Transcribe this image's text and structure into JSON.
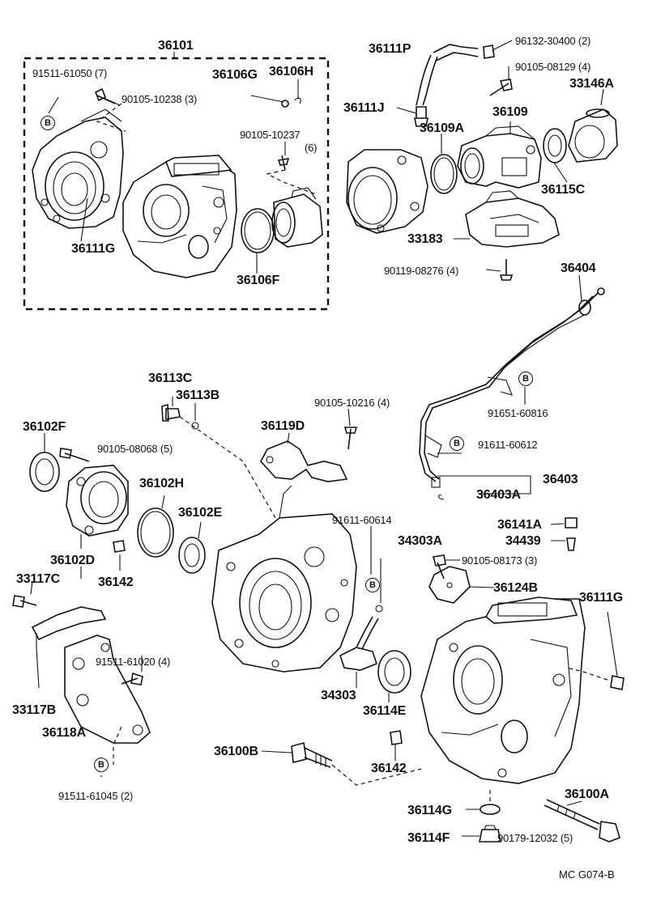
{
  "labels": {
    "p36101": "36101",
    "p91511_61050": "91511-61050 (7)",
    "p90105_10238": "90105-10238 (3)",
    "p36106G": "36106G",
    "p36106H": "36106H",
    "p90105_10237": "90105-10237",
    "p90105_10237_qty": "(6)",
    "p36111G_top": "36111G",
    "p36106F": "36106F",
    "p36111P": "36111P",
    "p96132_30400": "96132-30400 (2)",
    "p90105_08129": "90105-08129 (4)",
    "p33146A": "33146A",
    "p36111J": "36111J",
    "p36109A": "36109A",
    "p36109": "36109",
    "p36115C": "36115C",
    "p33183": "33183",
    "p90119_08276": "90119-08276 (4)",
    "p36404": "36404",
    "p36113C": "36113C",
    "p36113B": "36113B",
    "p90105_10216": "90105-10216 (4)",
    "p36119D": "36119D",
    "p91651_60816": "91651-60816",
    "p91611_60612": "91611-60612",
    "p36403": "36403",
    "p36403A": "36403A",
    "p36102F": "36102F",
    "p90105_08068": "90105-08068 (5)",
    "p36102H": "36102H",
    "p36102E": "36102E",
    "p91611_60614": "91611-60614",
    "p34303A": "34303A",
    "p36141A": "36141A",
    "p34439": "34439",
    "p90105_08173": "90105-08173 (3)",
    "p36102D": "36102D",
    "p36142_a": "36142",
    "p36124B": "36124B",
    "p36111G_right": "36111G",
    "p33117C": "33117C",
    "p91511_61020": "91511-61020 (4)",
    "p33117B": "33117B",
    "p36118A": "36118A",
    "p34303": "34303",
    "p36114E": "36114E",
    "p36100B": "36100B",
    "p36142_b": "36142",
    "p36100A": "36100A",
    "p36114G": "36114G",
    "p36114F": "36114F",
    "p90179_12032": "90179-12032 (5)",
    "p91511_61045": "91511-61045 (2)"
  },
  "markers": {
    "b": "B"
  },
  "footer": "MC  G074-B"
}
